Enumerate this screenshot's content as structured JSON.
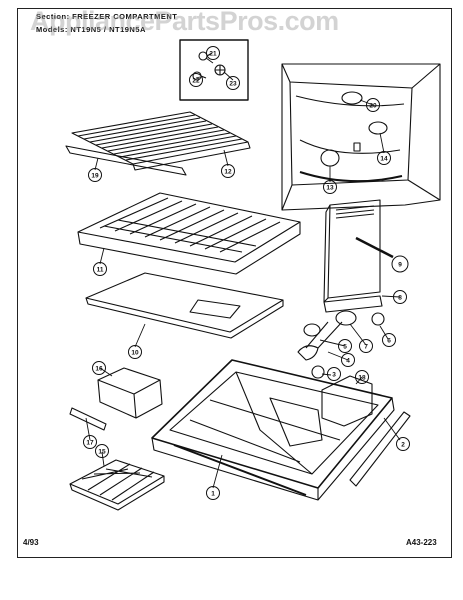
{
  "header": {
    "section_line": "Section: FREEZER COMPARTMENT",
    "models_line": "Models: NT19N5 / NT19N5A"
  },
  "watermark": "AppliancePartsPros.com",
  "footer": {
    "date": "4/93",
    "drawing_code": "A43-223"
  },
  "parts": [
    {
      "id": "part-1",
      "label": "1"
    },
    {
      "id": "part-2",
      "label": "2"
    },
    {
      "id": "part-3",
      "label": "3"
    },
    {
      "id": "part-4",
      "label": "4"
    },
    {
      "id": "part-5",
      "label": "5"
    },
    {
      "id": "part-6",
      "label": "6"
    },
    {
      "id": "part-7",
      "label": "7"
    },
    {
      "id": "part-8",
      "label": "8"
    },
    {
      "id": "part-9",
      "label": "9"
    },
    {
      "id": "part-10",
      "label": "10"
    },
    {
      "id": "part-11",
      "label": "11"
    },
    {
      "id": "part-12",
      "label": "12"
    },
    {
      "id": "part-13",
      "label": "13"
    },
    {
      "id": "part-14",
      "label": "14"
    },
    {
      "id": "part-15",
      "label": "15"
    },
    {
      "id": "part-16",
      "label": "16"
    },
    {
      "id": "part-17",
      "label": "17"
    },
    {
      "id": "part-18",
      "label": "18"
    },
    {
      "id": "part-19",
      "label": "19"
    },
    {
      "id": "part-20",
      "label": "20"
    },
    {
      "id": "part-21",
      "label": "21"
    },
    {
      "id": "part-22",
      "label": "22"
    },
    {
      "id": "part-23",
      "label": "23"
    }
  ]
}
